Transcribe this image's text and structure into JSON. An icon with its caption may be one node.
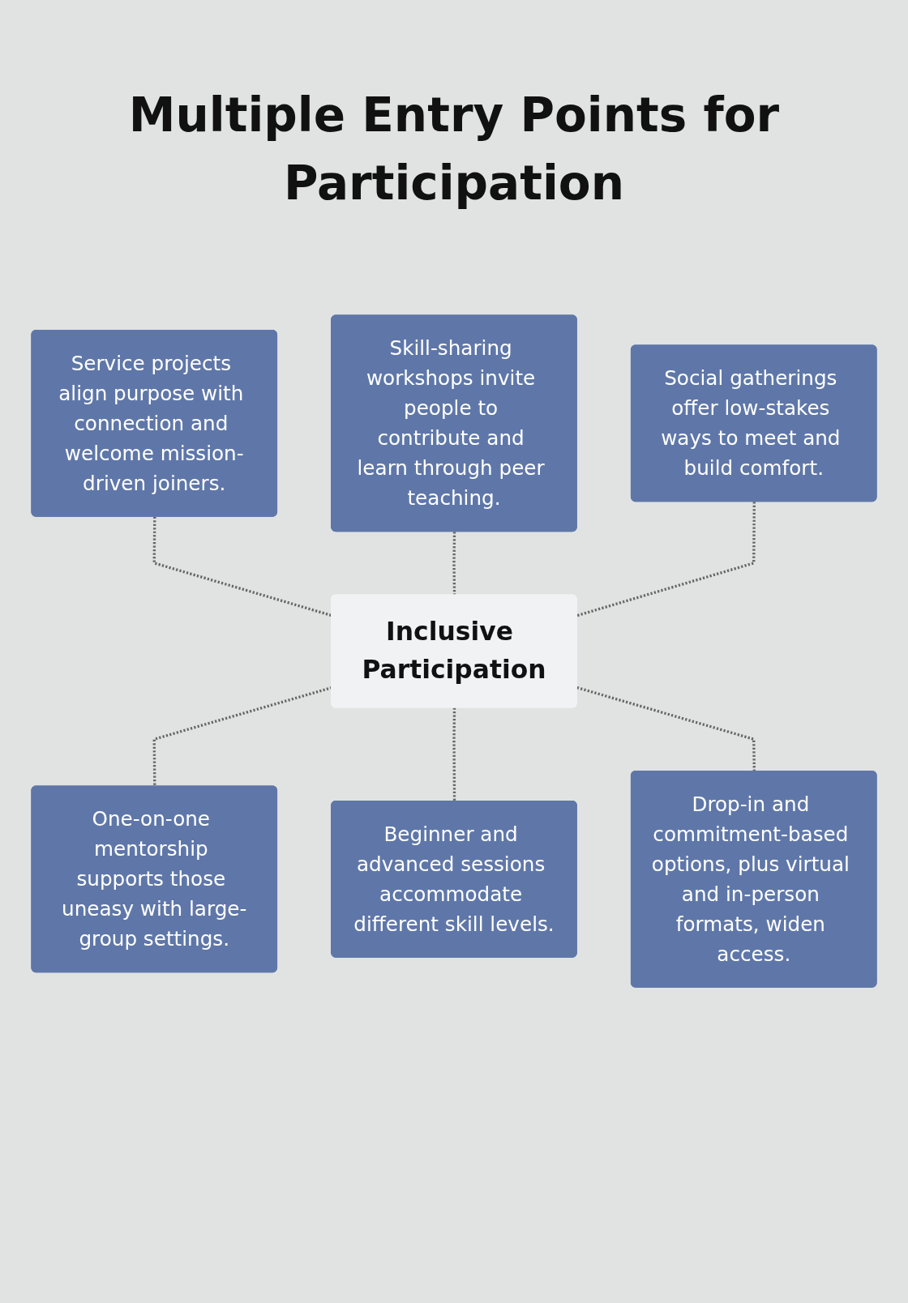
{
  "diagram": {
    "title": "Multiple Entry Points for Participation",
    "nodes": [
      {
        "text": [
          "Service projects align purpose with connection and welcome mission-driven joiners."
        ]
      },
      {
        "text": [
          "Skill-sharing workshops invite people to contribute and learn through peer teaching."
        ]
      },
      {
        "text": [
          "Social gatherings offer low-stakes ways to meet and build comfort."
        ]
      },
      {
        "text": [
          "Inclusive Participation"
        ]
      },
      {
        "text": [
          "One-on-one mentorship supports those uneasy with large-group settings."
        ]
      },
      {
        "text": [
          "Beginner and advanced sessions accommodate different skill levels."
        ]
      },
      {
        "text": [
          "Drop-in and commitment-based options, plus virtual and in-person formats, widen access."
        ]
      }
    ],
    "edges": [
      {
        "from": 0,
        "to": 3,
        "arrow": "none",
        "style": "dashed"
      },
      {
        "from": 1,
        "to": 3,
        "arrow": "none",
        "style": "dashed"
      },
      {
        "from": 2,
        "to": 3,
        "arrow": "none",
        "style": "dashed"
      },
      {
        "from": 3,
        "to": 4,
        "arrow": "none",
        "style": "dashed"
      },
      {
        "from": 3,
        "to": 5,
        "arrow": "none",
        "style": "dashed"
      },
      {
        "from": 3,
        "to": 6,
        "arrow": "none",
        "style": "dashed"
      }
    ]
  }
}
